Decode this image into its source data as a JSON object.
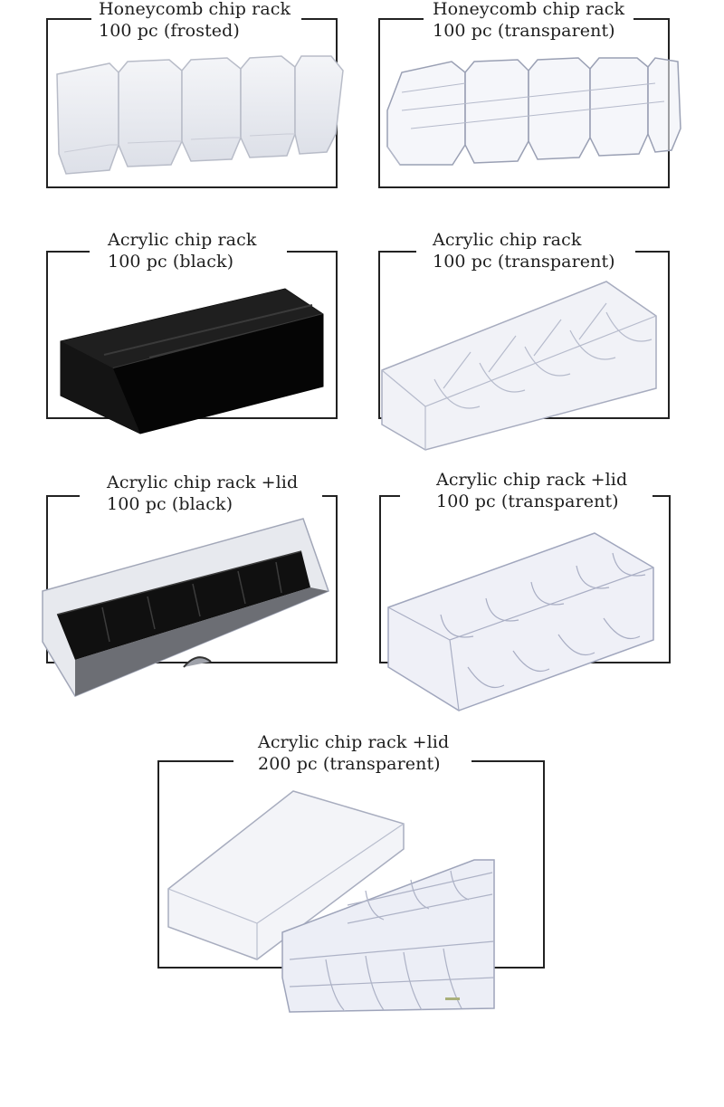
{
  "products": [
    {
      "title": "Honeycomb chip rack",
      "subtitle": "100 pc (frosted)",
      "image_icon": "honeycomb-rack-frosted"
    },
    {
      "title": "Honeycomb chip rack",
      "subtitle": "100 pc (transparent)",
      "image_icon": "honeycomb-rack-transparent"
    },
    {
      "title": "Acrylic chip rack",
      "subtitle": "100 pc (black)",
      "image_icon": "acrylic-tray-black"
    },
    {
      "title": "Acrylic chip rack",
      "subtitle": "100 pc (transparent)",
      "image_icon": "acrylic-tray-transparent"
    },
    {
      "title": "Acrylic chip rack +lid",
      "subtitle": "100 pc (black)",
      "image_icon": "acrylic-tray-black-lid"
    },
    {
      "title": "Acrylic chip rack +lid",
      "subtitle": "100 pc (transparent)",
      "image_icon": "acrylic-tray-transparent-lid"
    },
    {
      "title": "Acrylic chip rack +lid",
      "subtitle": "200 pc (transparent)",
      "image_icon": "acrylic-case-200-transparent"
    }
  ],
  "colors": {
    "frame": "#222222",
    "black_rack": "#111111",
    "clear_acrylic": "#d9dde8"
  }
}
